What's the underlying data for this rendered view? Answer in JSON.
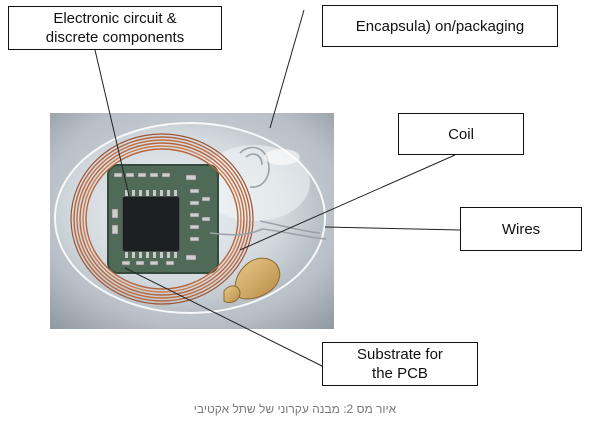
{
  "figure": {
    "labels": {
      "electronic_line1": "Electronic circuit &",
      "electronic_line2": "discrete components",
      "encapsulation": "Encapsula) on/packaging",
      "coil": "Coil",
      "wires": "Wires",
      "substrate_line1": "Substrate for",
      "substrate_line2": "the PCB"
    },
    "caption": "איור מס 2: מבנה עקרוני של שתל אקטיבי"
  }
}
